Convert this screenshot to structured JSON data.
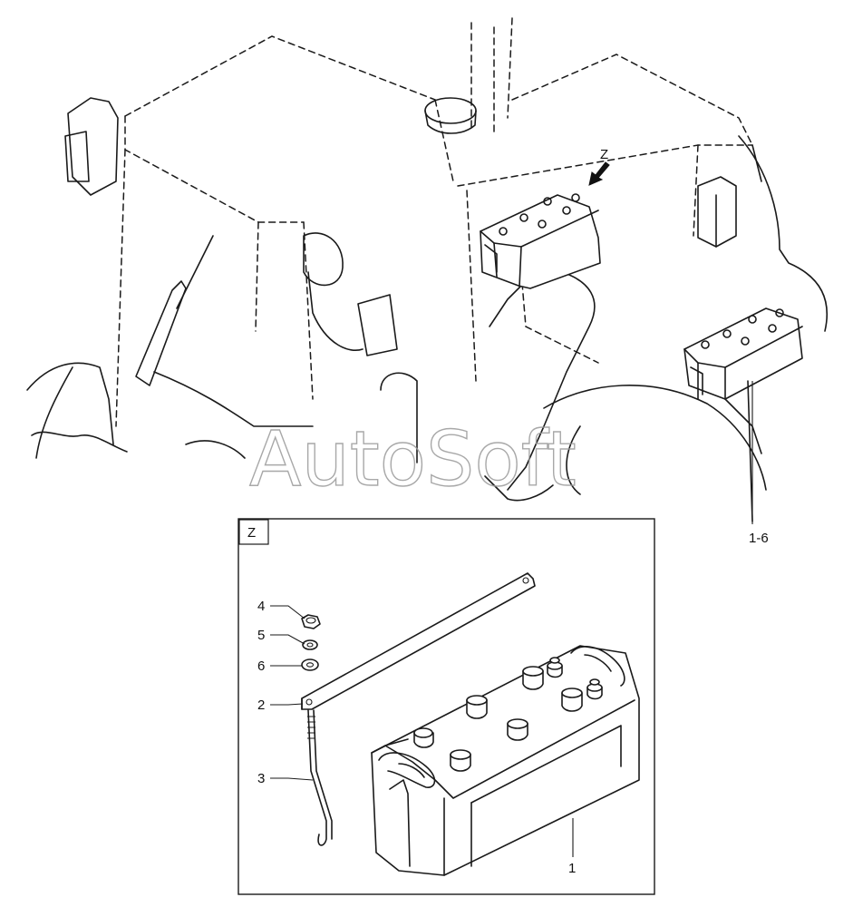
{
  "view_marker": "Z",
  "detail_box_label": "Z",
  "overview_callout": "1-6",
  "parts": [
    {
      "number": "1",
      "part": "battery"
    },
    {
      "number": "2",
      "part": "hold-down-bracket"
    },
    {
      "number": "3",
      "part": "hook-bolt"
    },
    {
      "number": "4",
      "part": "nut"
    },
    {
      "number": "5",
      "part": "lock-washer"
    },
    {
      "number": "6",
      "part": "flat-washer"
    }
  ],
  "watermark": "AutoSoft",
  "colors": {
    "line": "#1a1a1a",
    "watermark": "#9a9a9a",
    "background": "#ffffff"
  }
}
